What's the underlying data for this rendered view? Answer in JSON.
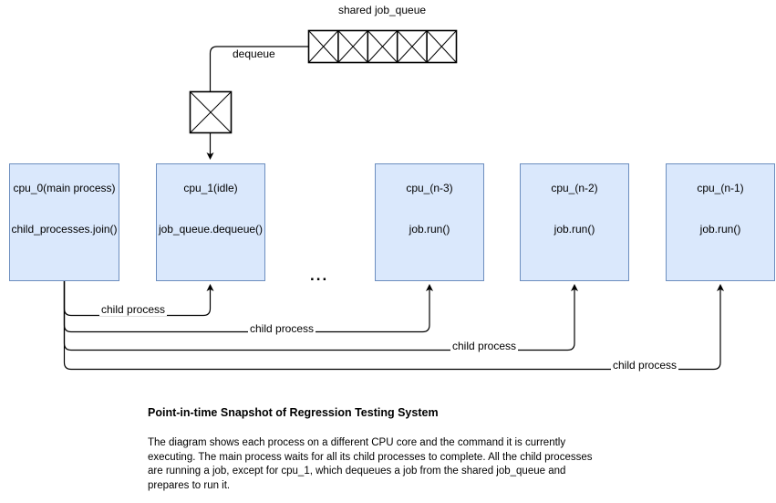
{
  "diagram": {
    "queue": {
      "label": "shared job_queue",
      "cells": 5,
      "name": "shared-job-queue"
    },
    "edges": {
      "dequeue_label": "dequeue",
      "child_process_labels": [
        "child process",
        "child process",
        "child process",
        "child process"
      ]
    },
    "dequeued_job": {
      "name": "dequeued-job"
    },
    "ellipsis": "...",
    "cpus": [
      {
        "id": "cpu-0",
        "title": "cpu_0(main process)",
        "command": "child_processes.join()",
        "has_job_icon": false
      },
      {
        "id": "cpu-1",
        "title": "cpu_1(idle)",
        "command": "job_queue.dequeue()",
        "has_job_icon": false
      },
      {
        "id": "cpu-n-3",
        "title": "cpu_(n-3)",
        "command": "job.run()",
        "has_job_icon": true
      },
      {
        "id": "cpu-n-2",
        "title": "cpu_(n-2)",
        "command": "job.run()",
        "has_job_icon": true
      },
      {
        "id": "cpu-n-1",
        "title": "cpu_(n-1)",
        "command": "job.run()",
        "has_job_icon": true
      }
    ],
    "colors": {
      "box_fill": "#dae8fc",
      "box_stroke": "#6c8ebf",
      "line": "#000000",
      "text": "#000000"
    }
  },
  "caption": {
    "title": "Point-in-time Snapshot of Regression Testing System",
    "body": "The diagram shows each process on a different CPU core and the command it is currently executing. The main process waits for all its child processes to complete. All the child processes are running a job, except for cpu_1, which dequeues a job from the shared job_queue and prepares to run it."
  }
}
